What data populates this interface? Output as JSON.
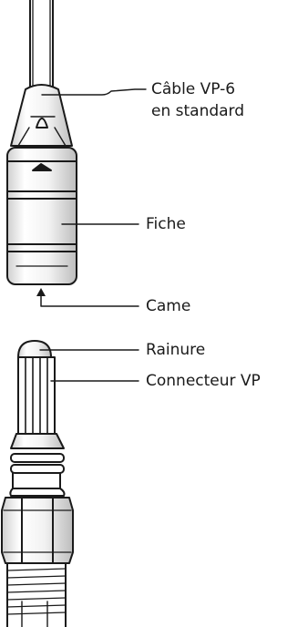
{
  "labels": {
    "cable": {
      "line1": "Câble VP-6",
      "line2": "en standard"
    },
    "plug": "Fiche",
    "cam": "Came",
    "groove": "Rainure",
    "connector": "Connecteur VP"
  }
}
